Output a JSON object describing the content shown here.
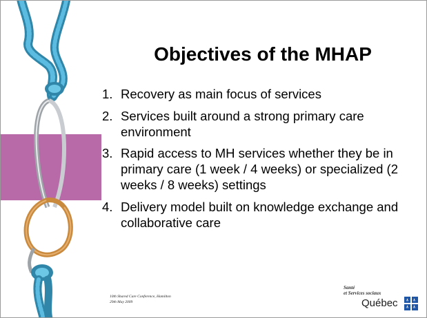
{
  "slide": {
    "title": "Objectives of the MHAP",
    "objectives": [
      {
        "number": "1.",
        "text": "Recovery as main focus of services"
      },
      {
        "number": "2.",
        "text": "Services built around a strong primary care environment"
      },
      {
        "number": "3.",
        "text": "Rapid access to MH services whether they be in primary care (1 week / 4 weeks) or specialized (2 weeks / 8 weeks) settings"
      },
      {
        "number": "4.",
        "text": "Delivery model built on knowledge exchange and collaborative care"
      }
    ],
    "footer": {
      "line1": "10th Shared Care Conference, Hamilton",
      "line2": "29th May 2009"
    },
    "logo": {
      "line1": "Santé",
      "line2": "et Services sociaux",
      "wordmark": "Québec"
    }
  },
  "colors": {
    "accent_band": "#b86aa8",
    "rope": "#3a9fc4",
    "carabiner_top": "#b8bcc0",
    "carabiner_bottom": "#c98a3e",
    "flag_blue": "#1f57a6"
  }
}
